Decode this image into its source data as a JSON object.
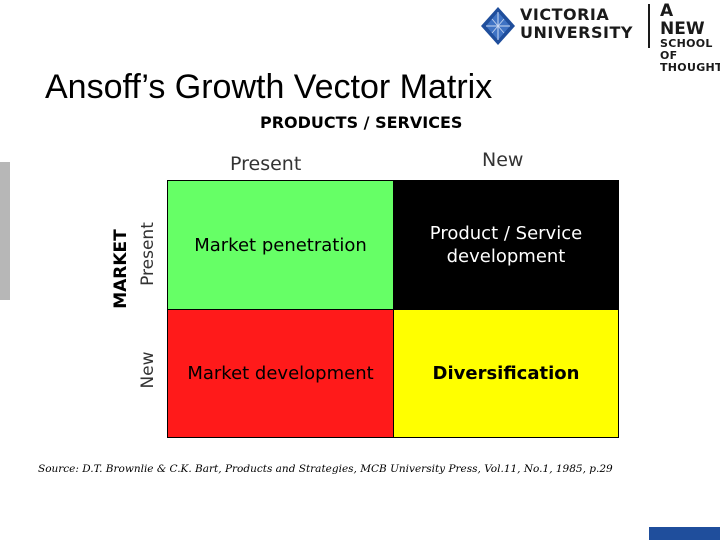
{
  "logo": {
    "line1": "VICTORIA",
    "line2": "UNIVERSITY",
    "tag_line1": "A NEW",
    "tag_line2": "SCHOOL OF",
    "tag_line3": "THOUGHT",
    "shield_icon": "diamond-shield-icon",
    "shield_color": "#1f4e9c"
  },
  "title": "Ansoff’s Growth Vector Matrix",
  "axis": {
    "columns_header": "PRODUCTS / SERVICES",
    "col_present": "Present",
    "col_new": "New",
    "rows_header": "MARKET",
    "row_present": "Present",
    "row_new": "New"
  },
  "matrix": {
    "market_penetration": "Market penetration",
    "product_development": "Product / Service development",
    "market_development": "Market development",
    "diversification": "Diversification"
  },
  "colors": {
    "market_penetration": "#66ff66",
    "product_development": "#000000",
    "market_development": "#ff1a1a",
    "diversification": "#ffff00",
    "accent_blue": "#1f4e9c"
  },
  "source": "Source: D.T. Brownlie & C.K. Bart, Products and Strategies, MCB University Press, Vol.11, No.1, 1985, p.29"
}
